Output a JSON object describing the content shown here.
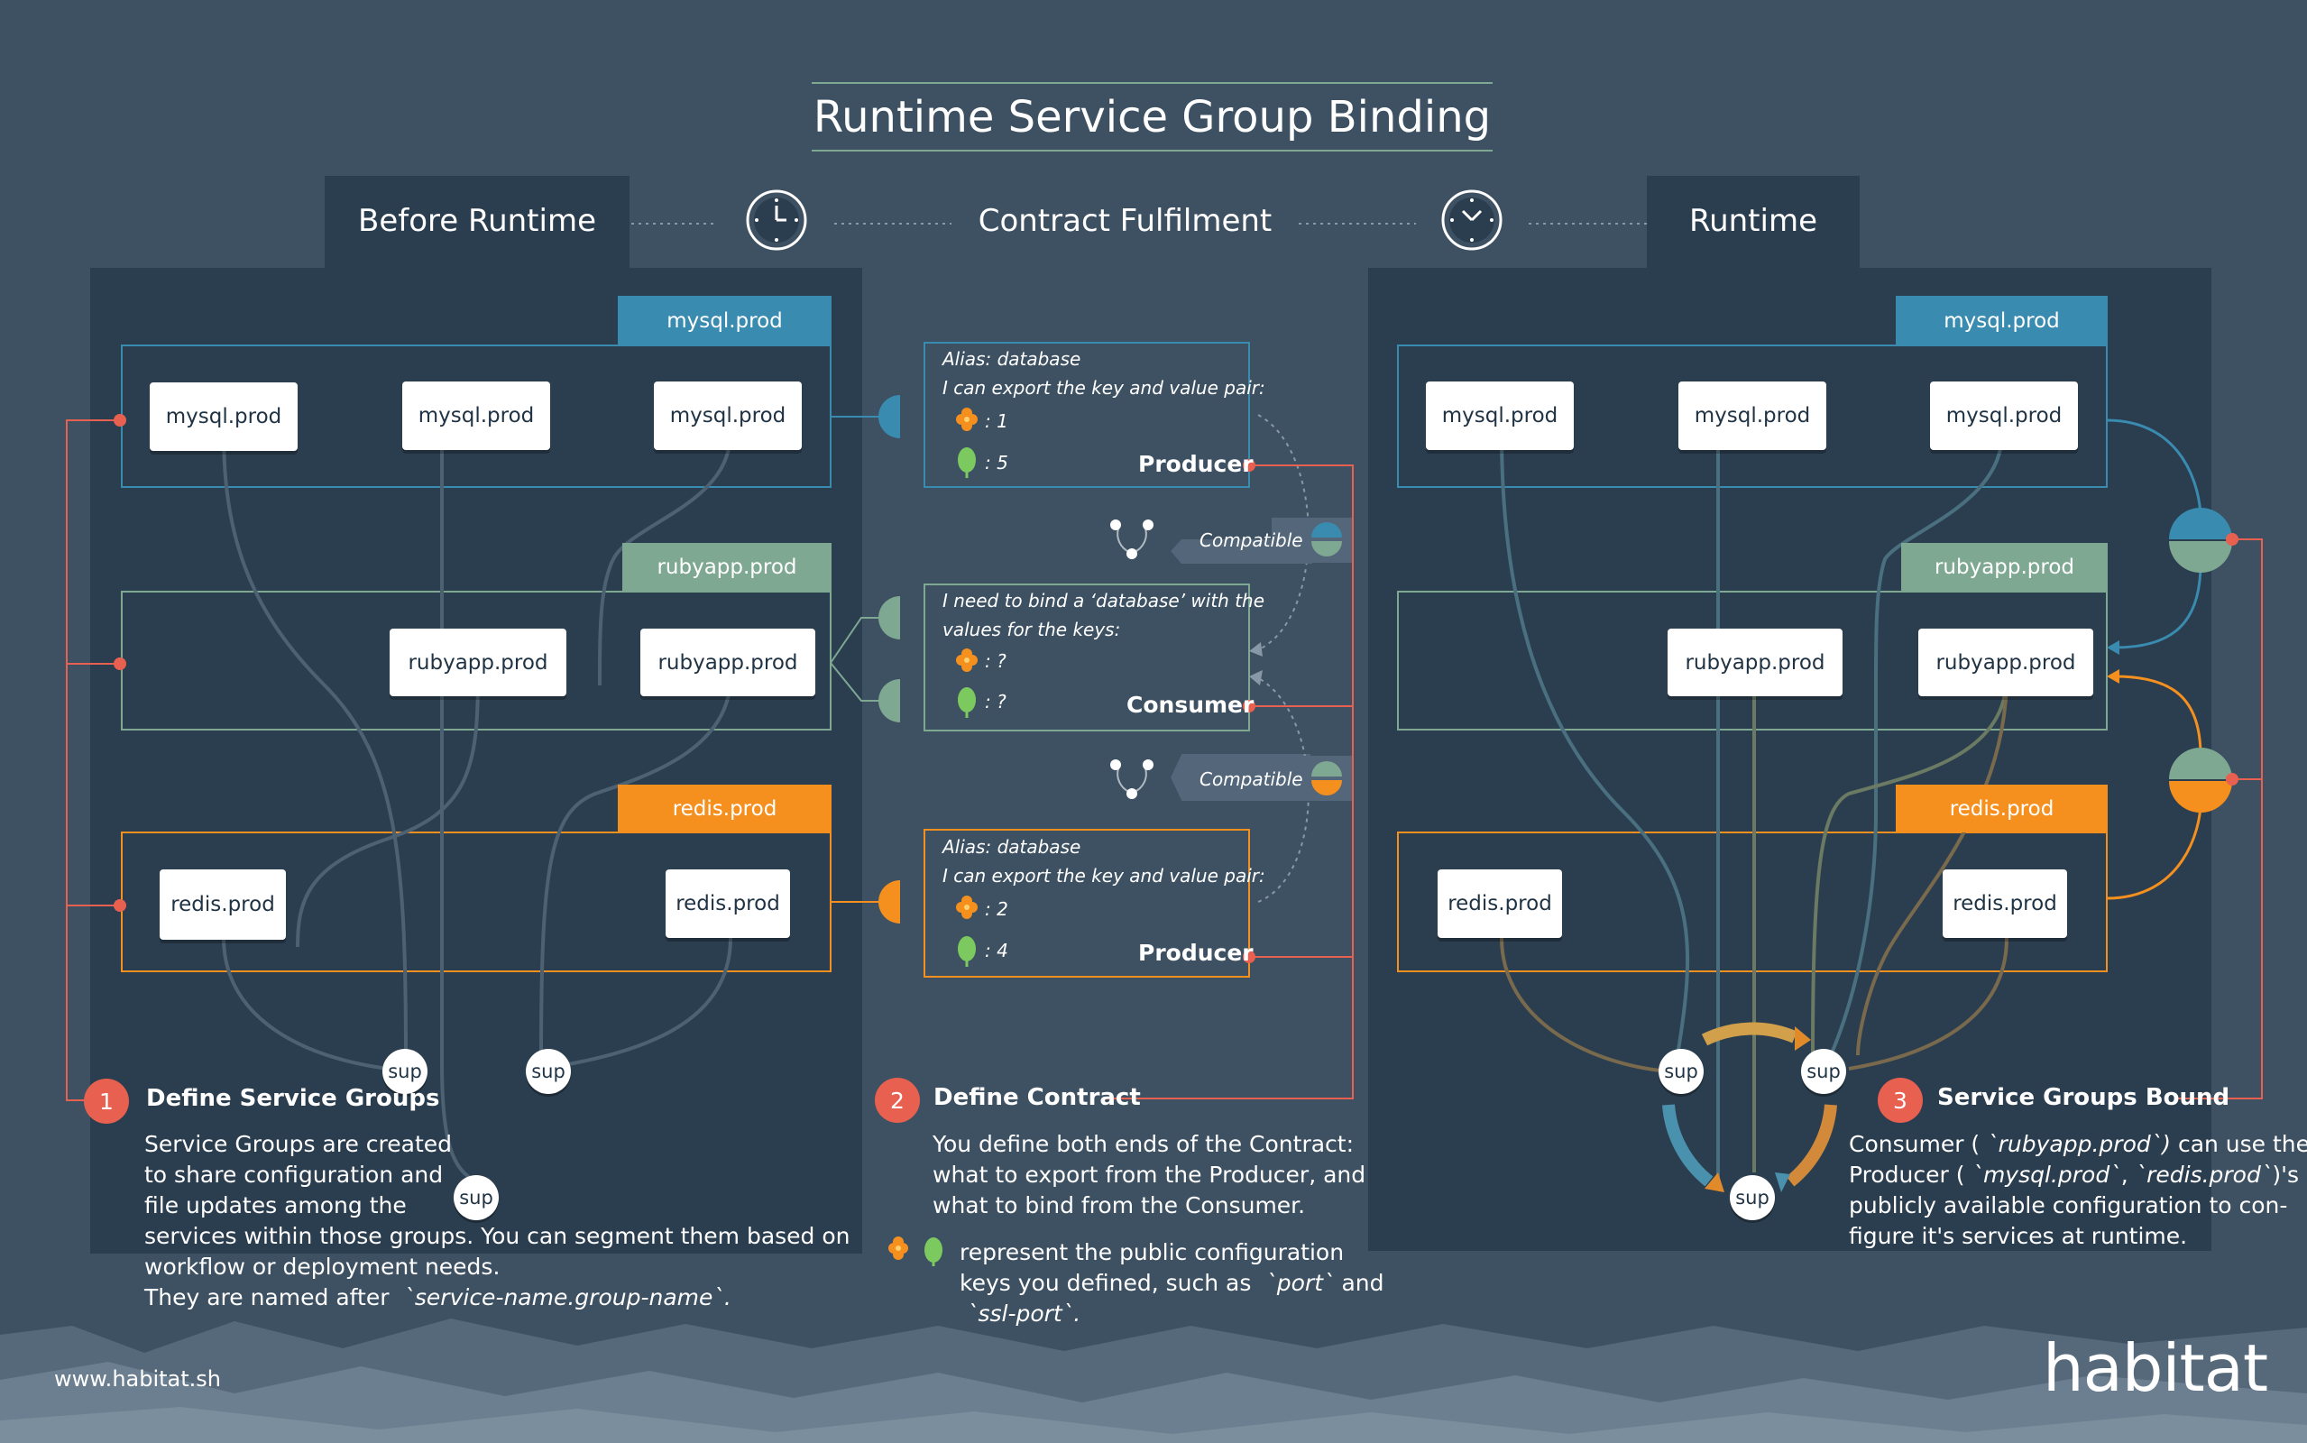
{
  "title": "Runtime Service Group Binding",
  "phases": {
    "before": "Before Runtime",
    "contract": "Contract Fulfilment",
    "runtime": "Runtime"
  },
  "colors": {
    "background": "#3d5162",
    "panel": "#2b3e50",
    "mysql": "#3a8bb0",
    "rubyapp": "#7fa892",
    "redis": "#f5901f",
    "accent": "#e8604f",
    "connector_green": "#8a9b6c",
    "connector_orange": "#d28a3a"
  },
  "groups": {
    "mysql": {
      "name": "mysql.prod",
      "members": [
        "mysql.prod",
        "mysql.prod",
        "mysql.prod"
      ]
    },
    "rubyapp": {
      "name": "rubyapp.prod",
      "members": [
        "rubyapp.prod",
        "rubyapp.prod"
      ]
    },
    "redis": {
      "name": "redis.prod",
      "members": [
        "redis.prod",
        "redis.prod"
      ]
    }
  },
  "supervisor_label": "sup",
  "contract": {
    "producer1": {
      "alias": "Alias: database",
      "text": "I can export the key and value pair:",
      "key1": ": 1",
      "key2": ": 5",
      "role": "Producer"
    },
    "consumer": {
      "line1": "I need to bind a ‘database’ with the",
      "line2": "values for the keys:",
      "key1": ": ?",
      "key2": ": ?",
      "role": "Consumer"
    },
    "producer2": {
      "alias": "Alias: database",
      "text": "I can export the key and value pair:",
      "key1": ": 2",
      "key2": ": 4",
      "role": "Producer"
    },
    "compatible_label": "Compatible"
  },
  "icons": {
    "clock": "clock-icon",
    "flower": "flower-icon",
    "leaf": "leaf-icon",
    "key_orange": "orange-key-icon",
    "key_green": "green-key-icon"
  },
  "steps": [
    {
      "number": "1",
      "title": "Define Service Groups",
      "lines": [
        "Service Groups are created",
        "to share configuration and",
        "file updates among the",
        "services within those groups. You can segment them based on",
        "workflow or deployment needs.",
        "They are named after"
      ],
      "code": "`service-name.group-name`."
    },
    {
      "number": "2",
      "title": "Define Contract",
      "lines": [
        "You define both ends of the Contract:",
        "what to export from the Producer, and",
        "what to bind from the Consumer."
      ],
      "legend_lines": [
        "represent the public configuration",
        "keys you defined, such as"
      ],
      "legend_code1": "`port`",
      "legend_and": "and",
      "legend_code2": "`ssl-port`."
    },
    {
      "number": "3",
      "title": "Service Groups Bound",
      "line1_a": "Consumer (",
      "line1_code": "`rubyapp.prod`)",
      "line1_b": "can use the",
      "line2_a": "Producer (",
      "line2_code1": "`mysql.prod`",
      "line2_sep": ",",
      "line2_code2": "`redis.prod`",
      "line2_b": ")'s",
      "line3": "publicly available configuration to con-",
      "line4": "figure it's services at runtime."
    }
  ],
  "footer": {
    "url": "www.habitat.sh",
    "brand": "habitat"
  }
}
